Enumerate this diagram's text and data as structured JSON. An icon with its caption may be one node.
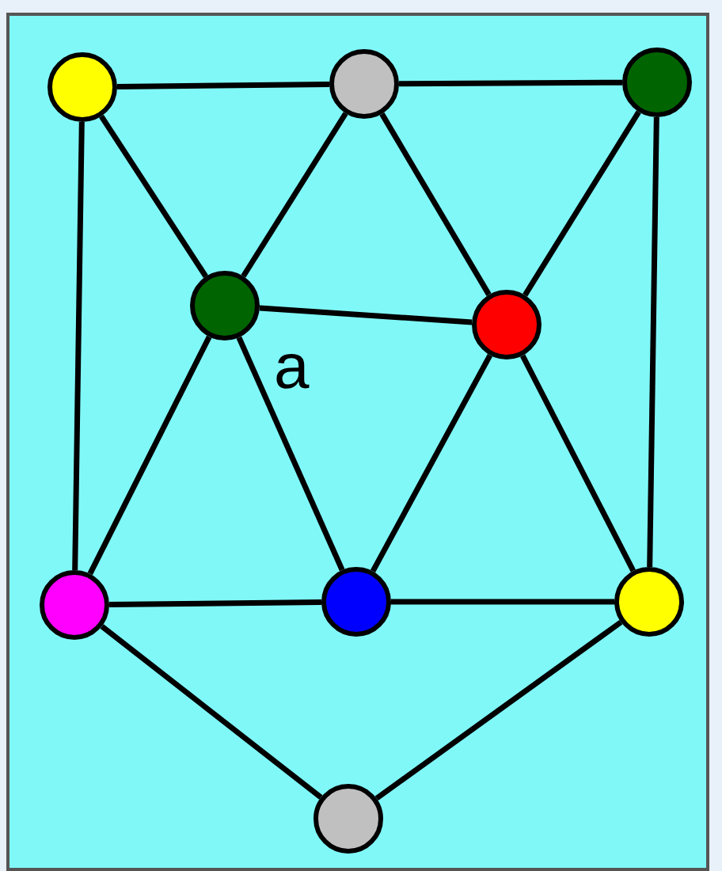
{
  "diagram": {
    "nodes": [
      {
        "text": [],
        "shape": "circle"
      },
      {
        "text": [],
        "shape": "circle"
      },
      {
        "text": [],
        "shape": "circle"
      },
      {
        "text": [],
        "shape": "circle",
        "beside": [
          "a"
        ]
      },
      {
        "text": [],
        "shape": "circle"
      },
      {
        "text": [],
        "shape": "circle"
      },
      {
        "text": [],
        "shape": "circle"
      },
      {
        "text": [],
        "shape": "circle"
      },
      {
        "text": [],
        "shape": "circle"
      }
    ],
    "edges": [
      {
        "from": 0,
        "to": 1,
        "arrow": "none"
      },
      {
        "from": 1,
        "to": 2,
        "arrow": "none"
      },
      {
        "from": 0,
        "to": 5,
        "arrow": "none"
      },
      {
        "from": 0,
        "to": 3,
        "arrow": "none"
      },
      {
        "from": 1,
        "to": 3,
        "arrow": "none"
      },
      {
        "from": 1,
        "to": 4,
        "arrow": "none"
      },
      {
        "from": 2,
        "to": 4,
        "arrow": "none"
      },
      {
        "from": 2,
        "to": 7,
        "arrow": "none"
      },
      {
        "from": 3,
        "to": 4,
        "arrow": "none"
      },
      {
        "from": 3,
        "to": 5,
        "arrow": "none"
      },
      {
        "from": 3,
        "to": 6,
        "arrow": "none"
      },
      {
        "from": 4,
        "to": 6,
        "arrow": "none"
      },
      {
        "from": 4,
        "to": 7,
        "arrow": "none"
      },
      {
        "from": 5,
        "to": 6,
        "arrow": "none"
      },
      {
        "from": 6,
        "to": 7,
        "arrow": "none"
      },
      {
        "from": 5,
        "to": 8,
        "arrow": "none"
      },
      {
        "from": 7,
        "to": 8,
        "arrow": "none"
      }
    ]
  }
}
